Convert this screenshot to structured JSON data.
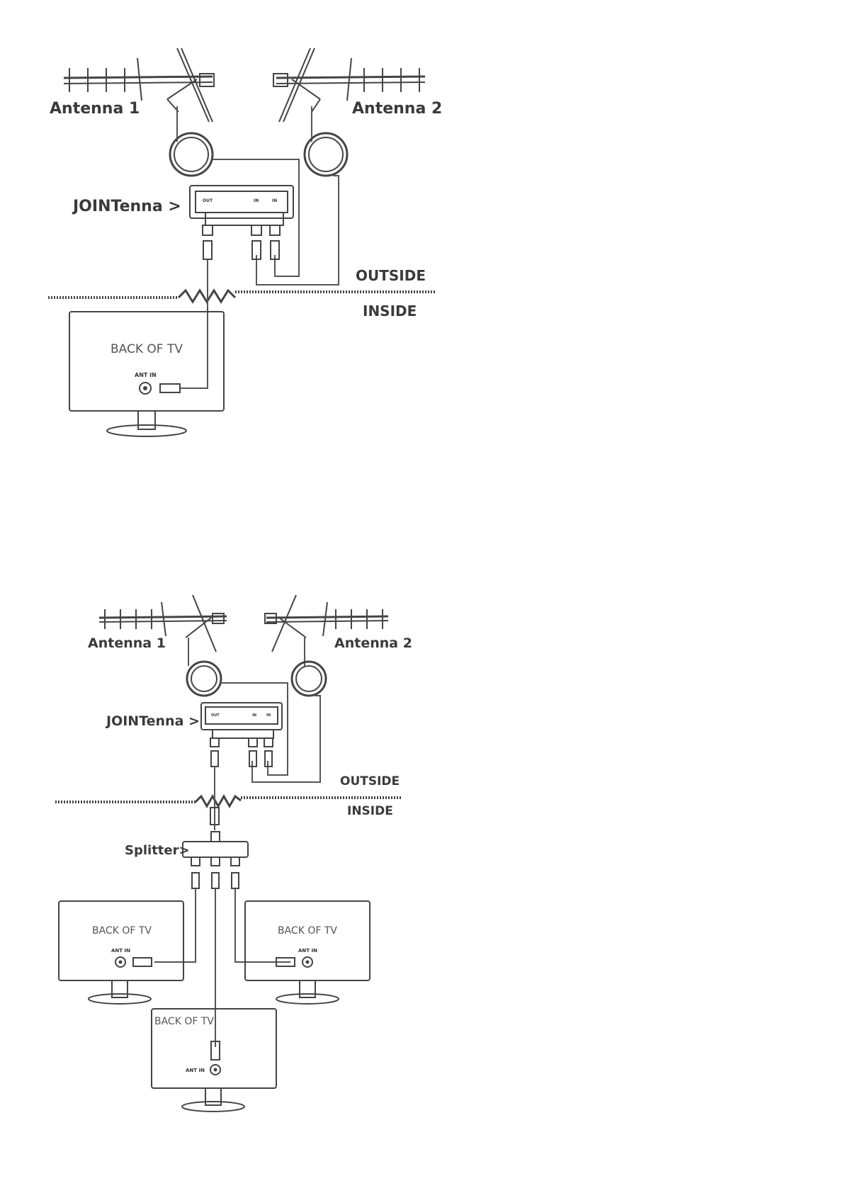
{
  "diagram1": {
    "antenna_1": "Antenna 1",
    "antenna_2": "Antenna 2",
    "jointenna": "JOINTenna >",
    "port_out": "OUT",
    "port_in_1": "IN",
    "port_in_2": "IN",
    "outside": "OUTSIDE",
    "inside": "INSIDE",
    "tv_back": "BACK OF TV",
    "tv_ant_in": "ANT IN"
  },
  "diagram2": {
    "antenna_1": "Antenna 1",
    "antenna_2": "Antenna 2",
    "jointenna": "JOINTenna >",
    "port_out": "OUT",
    "port_in_1": "IN",
    "port_in_2": "IN",
    "outside": "OUTSIDE",
    "inside": "INSIDE",
    "splitter": "Splitter>",
    "tv_left_back": "BACK OF TV",
    "tv_left_ant_in": "ANT IN",
    "tv_right_back": "BACK OF TV",
    "tv_right_ant_in": "ANT IN",
    "tv_bottom_back": "BACK OF TV",
    "tv_bottom_ant_in": "ANT IN"
  },
  "colors": {
    "line": "#444444",
    "text": "#3a3a3a"
  }
}
